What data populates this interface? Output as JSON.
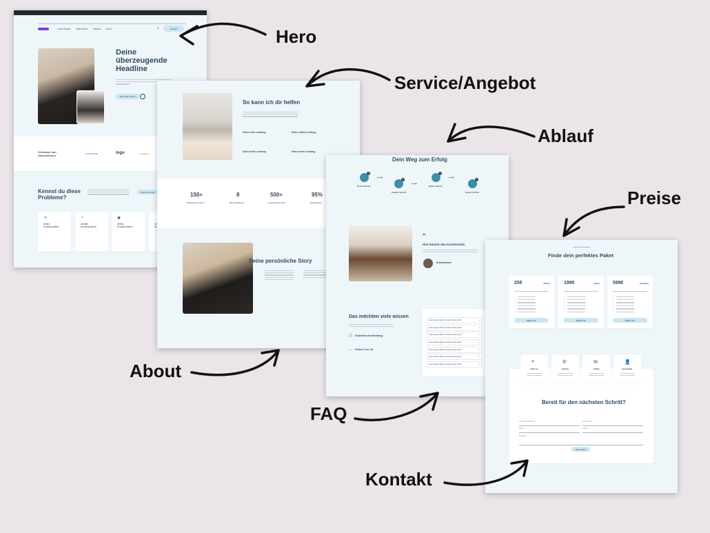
{
  "labels": {
    "hero": "Hero",
    "service": "Service/Angebot",
    "ablauf": "Ablauf",
    "preise": "Preise",
    "about": "About",
    "faq": "FAQ",
    "kontakt": "Kontakt"
  },
  "colors": {
    "background": "#ebe5ea",
    "section": "#eef6fa",
    "accent": "#3d8fa6",
    "button": "#c9e6f3",
    "heading": "#34495e",
    "logo": "#7b3fe4"
  },
  "hero": {
    "nav": [
      "LEISTUNGEN",
      "ÜBER MICH",
      "PREISE",
      "BLOG"
    ],
    "nav_button": "Kontakt",
    "headline": "Deine überzeugende Headline",
    "cta": "Jetzt Call buchen",
    "trust_title": "Vertrauen von Unternehmen",
    "logos": [
      "LOGOIPSUM",
      "logo",
      "logoipsum"
    ],
    "problems_title": "Kennst du diese Probleme?",
    "problems_button": "Lass uns reden",
    "problems": [
      "Erstes Kundenproblem",
      "Zweites Kundenproblem",
      "Drittes Kundenproblem",
      "Viertes Kundenproblem"
    ]
  },
  "service": {
    "title": "So kann ich dir helfen",
    "items": [
      "Deine erste Leistung",
      "Deine zweite Leistung",
      "Deine dritte Leistung",
      "Deine vierte Leistung"
    ],
    "stats": [
      {
        "value": "150+",
        "label": "Zufriedene Kunden"
      },
      {
        "value": "8",
        "label": "Jahre Erfahrung"
      },
      {
        "value": "500+",
        "label": "Coaching-Stunden"
      },
      {
        "value": "95%",
        "label": "Erfolgsquote"
      }
    ],
    "story_title": "Deine persönliche Story"
  },
  "ablauf": {
    "title": "Dein Weg zum Erfolg",
    "steps": [
      {
        "n": "1",
        "label": "Erster Schritt"
      },
      {
        "n": "2",
        "label": "Zweiter Schritt"
      },
      {
        "n": "3",
        "label": "Dritter Schritt"
      },
      {
        "n": "4",
        "label": "Vierter Schritt"
      }
    ],
    "quote_mark": "“",
    "quote": "Hier kommt das Kundenzitat.",
    "customer": "Kundenname",
    "faq_title": "Das möchten viele wissen",
    "features": [
      "Kostenlose Erstberatung",
      "Online & Vor Ort"
    ],
    "faq_items": [
      "Lorem ipsum dolor sit amet consec tetur?",
      "Lorem ipsum dolor sit amet consec tetur?",
      "Lorem ipsum dolor sit amet consec tetur?",
      "Lorem ipsum dolor sit amet consec tetur?",
      "Lorem ipsum dolor sit amet consec tetur?",
      "Lorem ipsum dolor sit amet consec tetur?",
      "Lorem ipsum dolor sit amet consec tetur?"
    ]
  },
  "preise": {
    "title": "Finde dein perfektes Paket",
    "plans": [
      {
        "price": "25€",
        "name": "Starter",
        "button": "Wähle hier"
      },
      {
        "price": "199€",
        "name": "Basic",
        "button": "Wähle hier"
      },
      {
        "price": "599€",
        "name": "Premium",
        "button": "Wähle hier"
      }
    ],
    "contacts": [
      {
        "icon": "map-pin-icon",
        "label": "Adresse"
      },
      {
        "icon": "phone-icon",
        "label": "Telefon"
      },
      {
        "icon": "mail-icon",
        "label": "E-Mail"
      },
      {
        "icon": "user-icon",
        "label": "Erreichbar"
      }
    ],
    "form_title": "Bereit für den nächsten Schritt?",
    "fields": [
      "Name und Vorname",
      "Firmenname",
      "Email",
      "Telefon",
      "Message"
    ],
    "submit": "Jetzt starten"
  }
}
